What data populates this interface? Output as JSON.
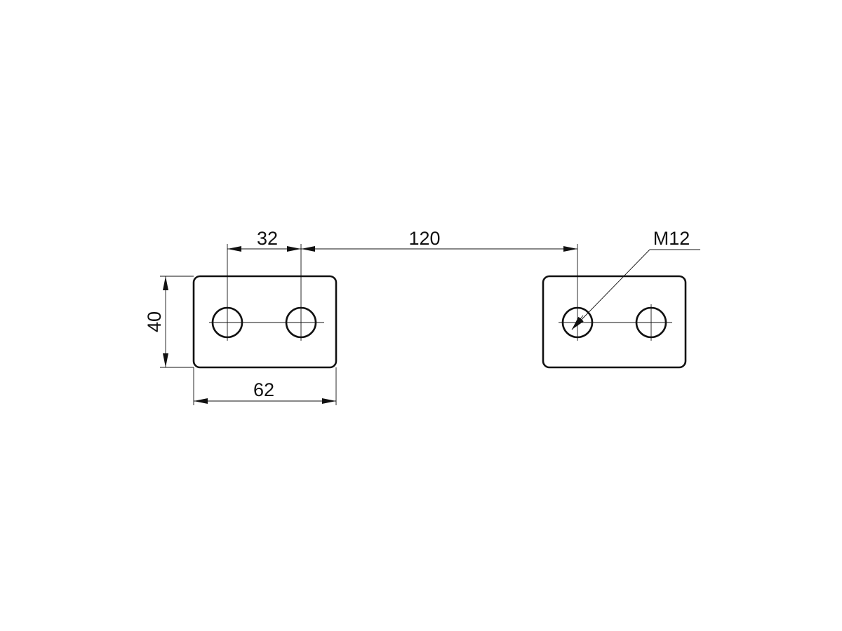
{
  "drawing": {
    "dimensions": {
      "hole_spacing": "32",
      "plate_spacing": "120",
      "plate_width": "62",
      "plate_height": "40"
    },
    "callouts": {
      "thread": "M12"
    }
  }
}
